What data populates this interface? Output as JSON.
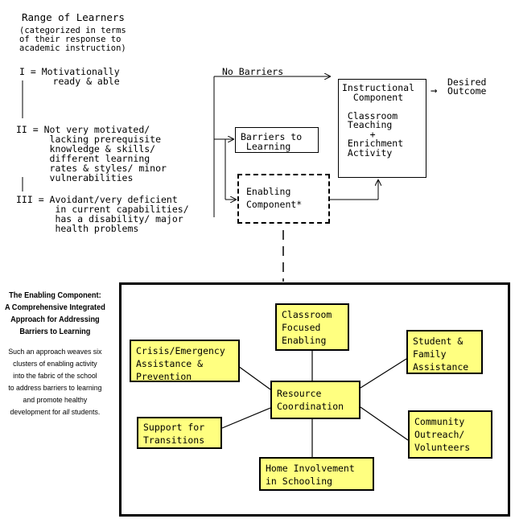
{
  "range": {
    "title": "Range of Learners",
    "subtitle": "(categorized in terms\nof their response to\nacademic instruction)",
    "level1": "I = Motivationally\n      ready & able",
    "level2": "II = Not very motivated/\n      lacking prerequisite\n      knowledge & skills/\n      different learning\n      rates & styles/ minor\n      vulnerabilities",
    "level3": "III = Avoidant/very deficient\n       in current capabilities/\n       has a disability/ major\n       health problems"
  },
  "flow": {
    "no_barriers": "No Barriers",
    "barriers_box": "Barriers to\n Learning",
    "enabling_box": "Enabling\nComponent*",
    "instructional_box": "Instructional\n  Component\n\n Classroom\n Teaching\n     +\n Enrichment\n Activity",
    "desired_outcome": "Desired\nOutcome",
    "arrow_glyph": "→"
  },
  "sidebar": {
    "heading": "The Enabling Component:\nA Comprehensive Integrated\nApproach for Addressing\nBarriers to Learning",
    "body_pre": "Such an approach weaves six\nclusters of enabling activity\ninto the fabric of the school\nto address barriers to learning\nand promote healthy\ndevelopment for ",
    "body_em": "all",
    "body_post": " students."
  },
  "clusters": {
    "center": "Resource\nCoordination",
    "classroom": "Classroom\nFocused\nEnabling",
    "student": "Student &\nFamily\nAssistance",
    "community": "Community\nOutreach/\nVolunteers",
    "home": "Home Involvement\nin Schooling",
    "transitions": "Support for\nTransitions",
    "crisis": "Crisis/Emergency\nAssistance &\nPrevention"
  },
  "colors": {
    "cluster_fill": "#ffff80",
    "line": "#000000"
  }
}
